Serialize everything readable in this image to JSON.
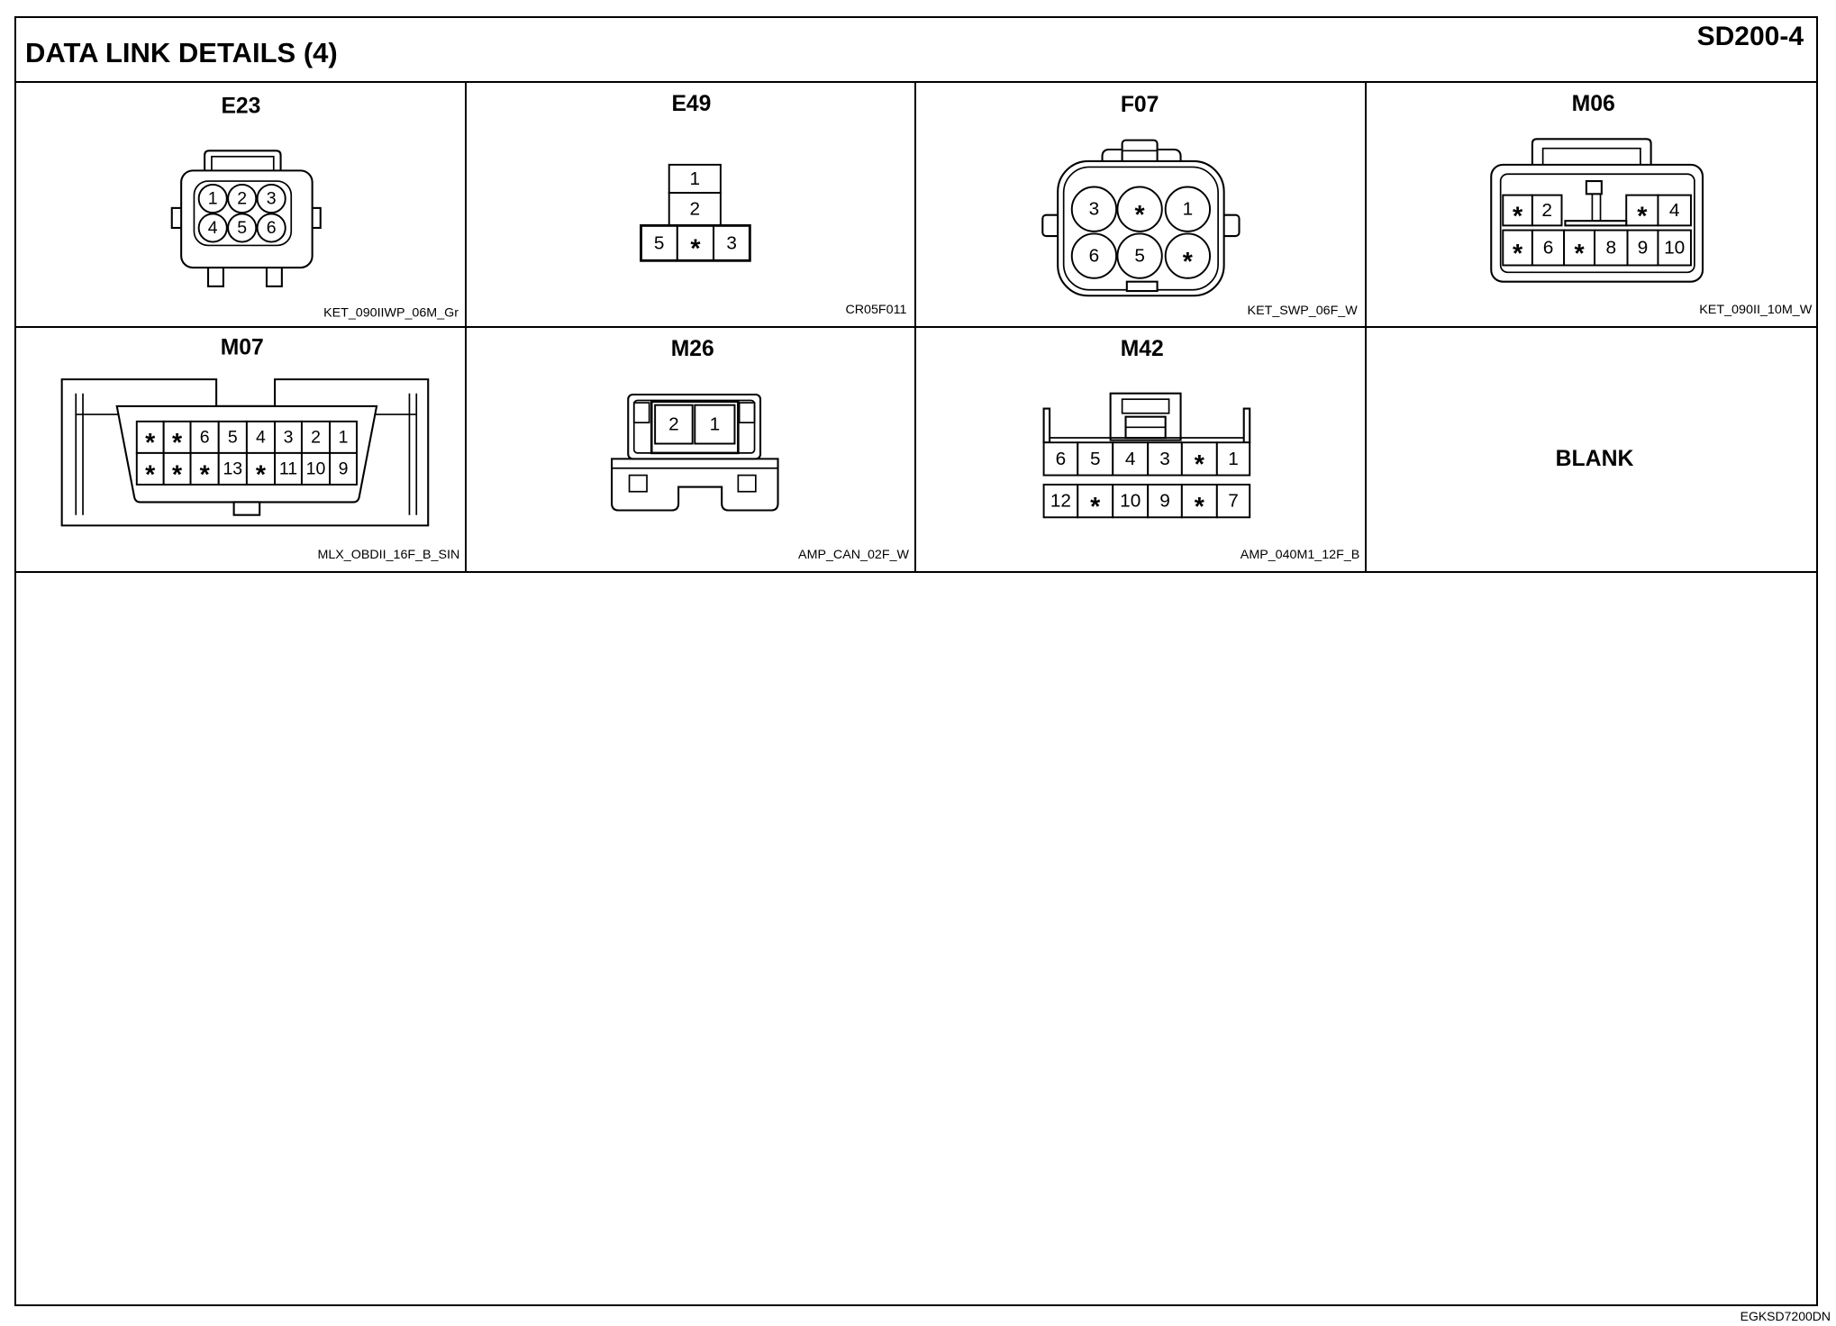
{
  "page": {
    "title": "DATA LINK DETAILS (4)",
    "code": "SD200-4",
    "footer_code": "EGKSD7200DN"
  },
  "connectors": [
    {
      "id": "E23",
      "part_number": "KET_090IIWP_06M_Gr",
      "pins": {
        "top": [
          "1",
          "2",
          "3"
        ],
        "bottom": [
          "4",
          "5",
          "6"
        ]
      }
    },
    {
      "id": "E49",
      "part_number": "CR05F011",
      "pins": {
        "column": [
          "1",
          "2"
        ],
        "bottom": [
          "5",
          "*",
          "3"
        ]
      }
    },
    {
      "id": "F07",
      "part_number": "KET_SWP_06F_W",
      "pins": {
        "top": [
          "3",
          "*",
          "1"
        ],
        "bottom": [
          "6",
          "5",
          "*"
        ]
      }
    },
    {
      "id": "M06",
      "part_number": "KET_090II_10M_W",
      "pins": {
        "top": [
          "*",
          "2",
          "*",
          "4"
        ],
        "bottom": [
          "*",
          "6",
          "*",
          "8",
          "9",
          "10"
        ]
      }
    },
    {
      "id": "M07",
      "part_number": "MLX_OBDII_16F_B_SIN",
      "pins": {
        "top": [
          "*",
          "*",
          "6",
          "5",
          "4",
          "3",
          "2",
          "1"
        ],
        "bottom": [
          "*",
          "*",
          "*",
          "13",
          "*",
          "11",
          "10",
          "9"
        ]
      }
    },
    {
      "id": "M26",
      "part_number": "AMP_CAN_02F_W",
      "pins": {
        "top": [
          "2",
          "1"
        ]
      }
    },
    {
      "id": "M42",
      "part_number": "AMP_040M1_12F_B",
      "pins": {
        "top": [
          "6",
          "5",
          "4",
          "3",
          "*",
          "1"
        ],
        "bottom": [
          "12",
          "*",
          "10",
          "9",
          "*",
          "7"
        ]
      }
    }
  ],
  "blank_cell": {
    "label": "BLANK"
  }
}
